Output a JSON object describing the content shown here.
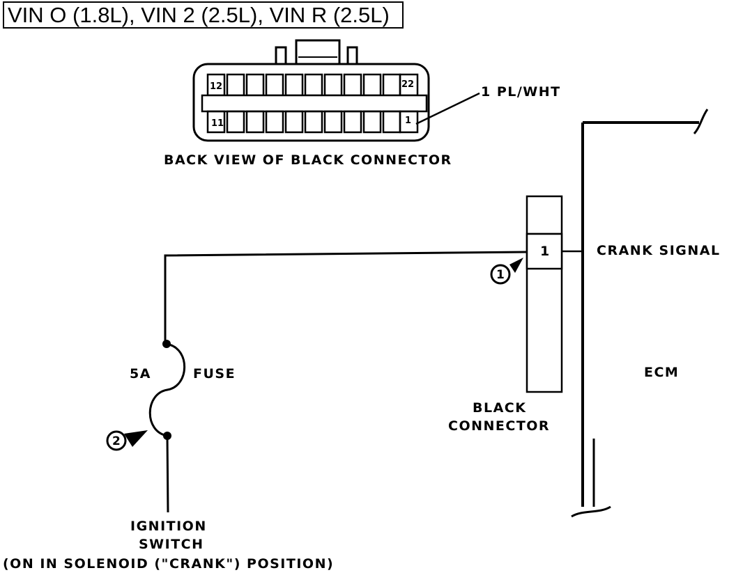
{
  "title": "VIN O (1.8L), VIN 2 (2.5L), VIN R (2.5L)",
  "connector_view": {
    "caption": "BACK VIEW OF BLACK CONNECTOR",
    "pin_top_left": "12",
    "pin_top_right": "22",
    "pin_bottom_left": "11",
    "pin_bottom_right": "1",
    "wire_label": "1 PL/WHT"
  },
  "ecm": {
    "label": "ECM",
    "crank_signal_label": "CRANK SIGNAL",
    "connector_pin": "1",
    "connector_label_line1": "BLACK",
    "connector_label_line2": "CONNECTOR"
  },
  "fuse": {
    "rating": "5A",
    "label": "FUSE"
  },
  "ignition": {
    "line1": "IGNITION",
    "line2": "SWITCH",
    "line3": "(ON IN SOLENOID (\"CRANK\") POSITION)"
  },
  "callouts": [
    "1",
    "2"
  ]
}
